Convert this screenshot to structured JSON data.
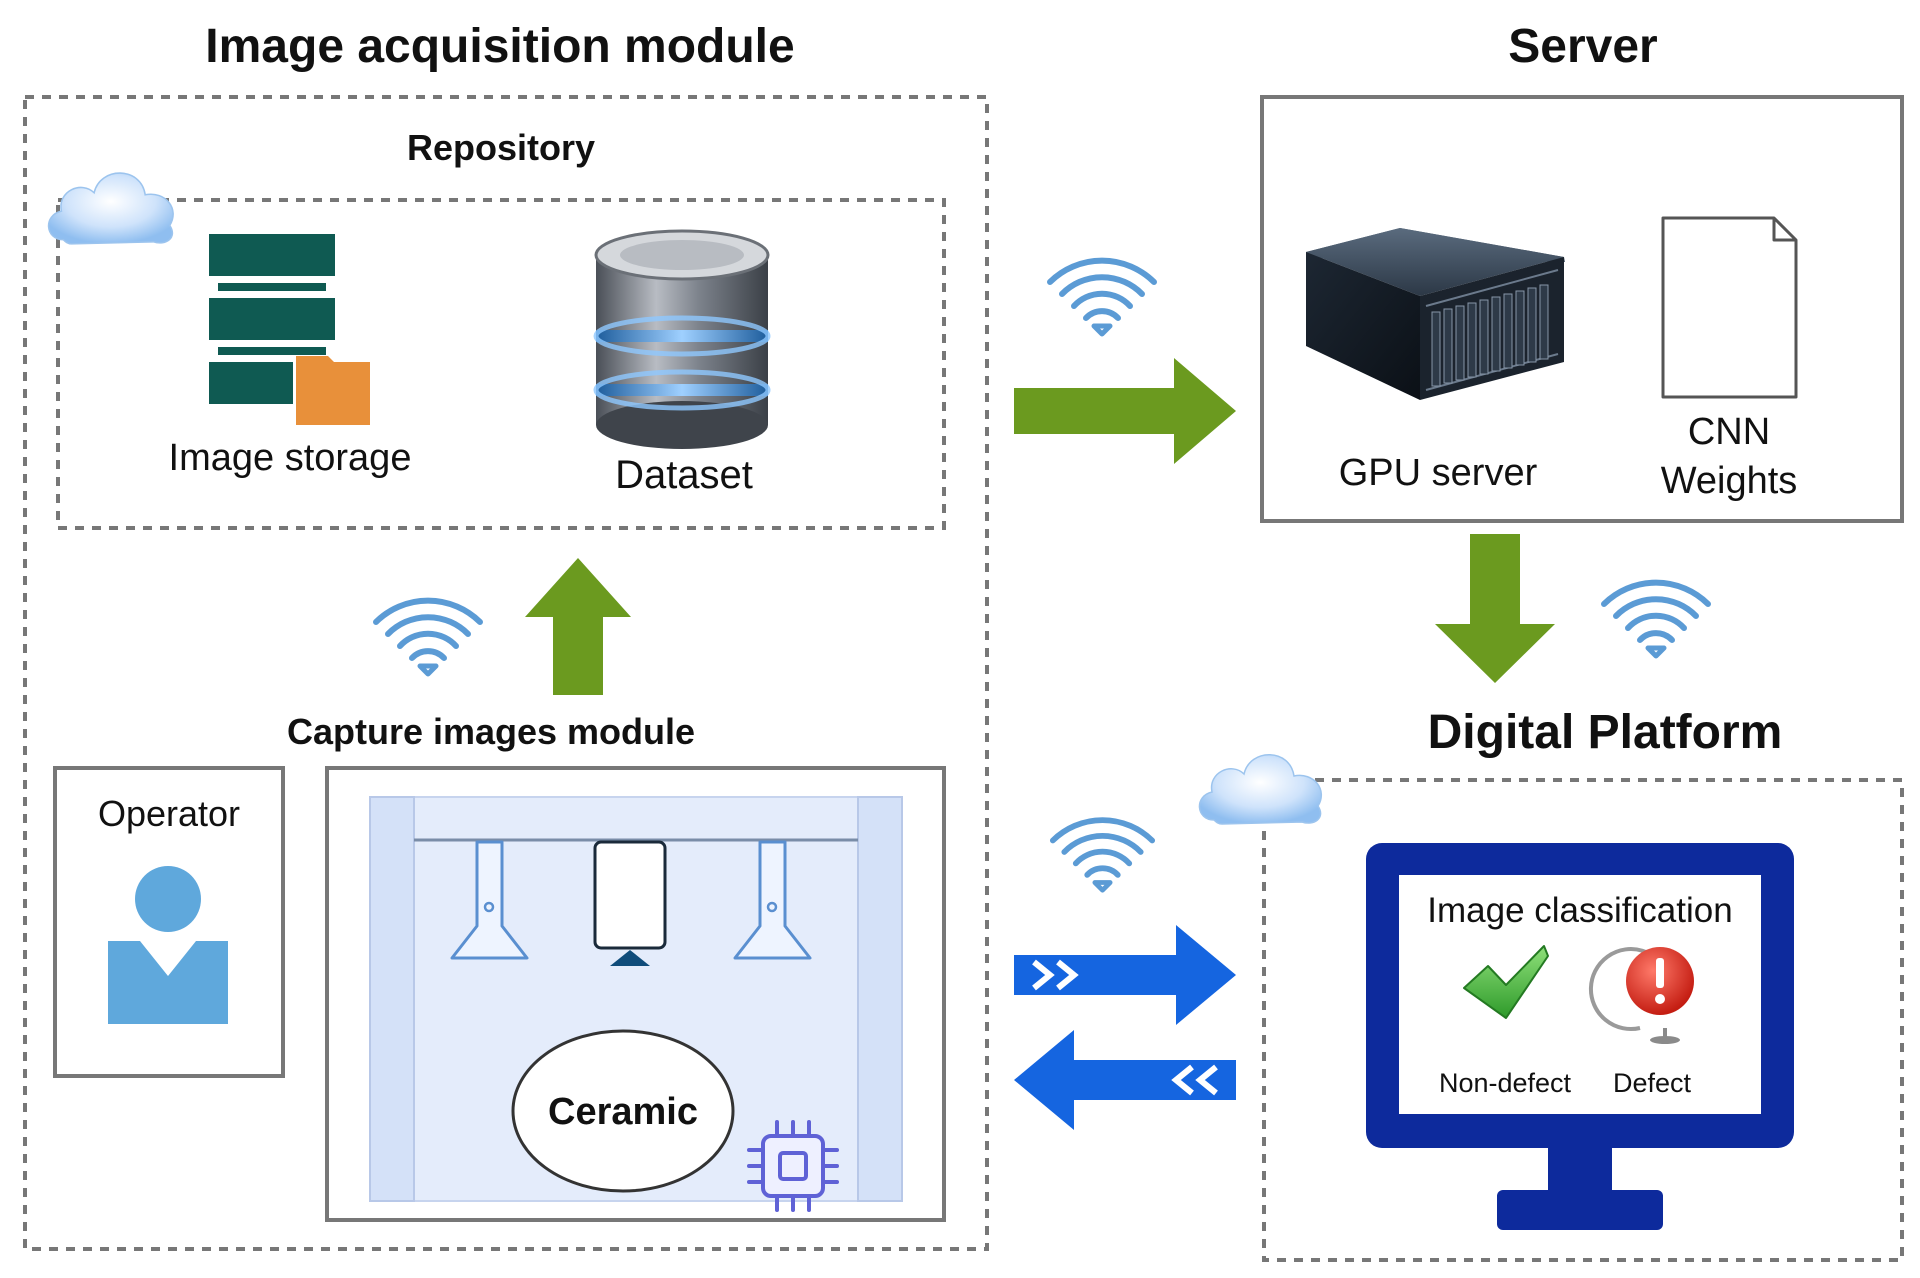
{
  "titles": {
    "image_acquisition_module": "Image acquisition module",
    "server": "Server",
    "digital_platform": "Digital Platform"
  },
  "repository": {
    "title": "Repository",
    "image_storage_label": "Image storage",
    "dataset_label": "Dataset"
  },
  "server_box": {
    "gpu_label": "GPU server",
    "cnn_line1": "CNN",
    "cnn_line2": "Weights"
  },
  "capture": {
    "title": "Capture images module",
    "operator_label": "Operator",
    "ceramic_label": "Ceramic"
  },
  "platform": {
    "screen_title": "Image classification",
    "non_defect_label": "Non-defect",
    "defect_label": "Defect"
  },
  "colors": {
    "green_arrow": "#6b9a1f",
    "blue_arrow": "#1565e0",
    "wifi": "#5b9bd5",
    "monitor": "#0d2a9c",
    "storage_teal": "#0f5a52",
    "storage_folder": "#e8903a",
    "operator": "#5fa8dc"
  }
}
